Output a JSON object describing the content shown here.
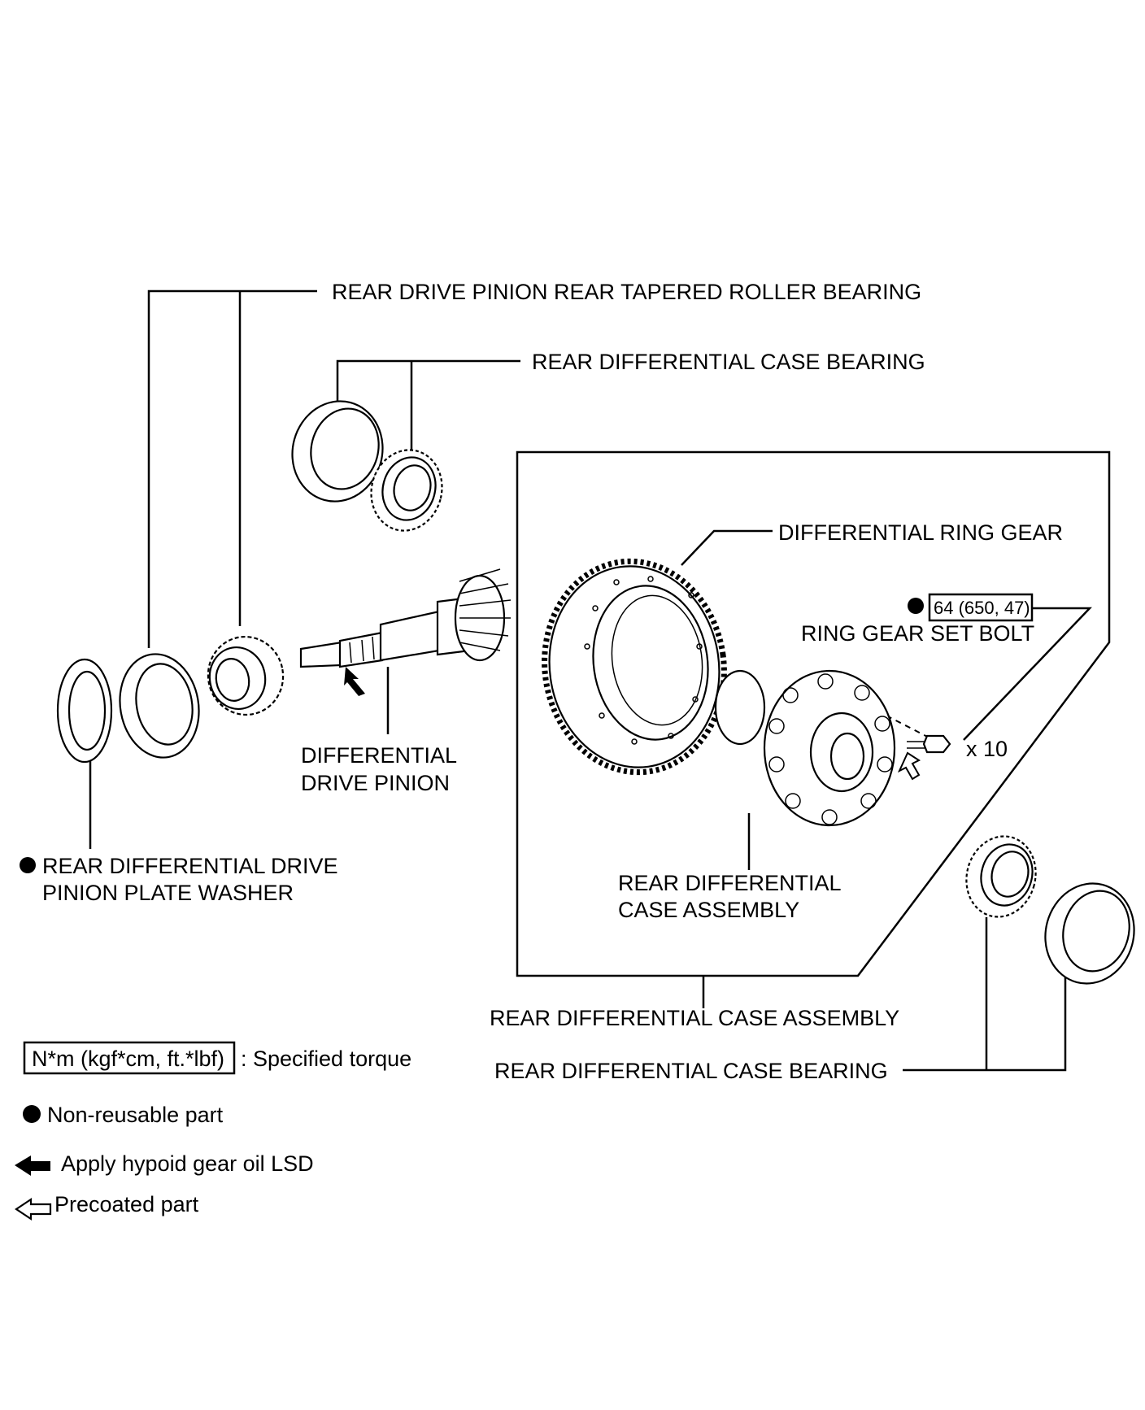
{
  "labels": {
    "rear_pinion_bearing": "REAR DRIVE PINION REAR TAPERED ROLLER BEARING",
    "case_bearing_top": "REAR DIFFERENTIAL CASE BEARING",
    "ring_gear": "DIFFERENTIAL RING GEAR",
    "torque_value": "64 (650, 47)",
    "ring_gear_bolt": "RING GEAR SET BOLT",
    "bolt_qty": "x 10",
    "drive_pinion_line1": "DIFFERENTIAL",
    "drive_pinion_line2": "DRIVE PINION",
    "washer_line1": "REAR DIFFERENTIAL DRIVE",
    "washer_line2": "PINION PLATE WASHER",
    "inner_case_line1": "REAR DIFFERENTIAL",
    "inner_case_line2": "CASE ASSEMBLY",
    "case_assembly": "REAR DIFFERENTIAL CASE ASSEMBLY",
    "case_bearing_bottom": "REAR DIFFERENTIAL CASE BEARING"
  },
  "legend": {
    "torque_box": "N*m (kgf*cm, ft.*lbf)",
    "torque_desc": ": Specified torque",
    "non_reusable": "Non-reusable part",
    "apply_oil": "Apply hypoid gear oil LSD",
    "precoated": "Precoated part"
  },
  "icons": [
    "non-reusable-dot-icon",
    "solid-arrow-icon",
    "outline-arrow-icon"
  ]
}
